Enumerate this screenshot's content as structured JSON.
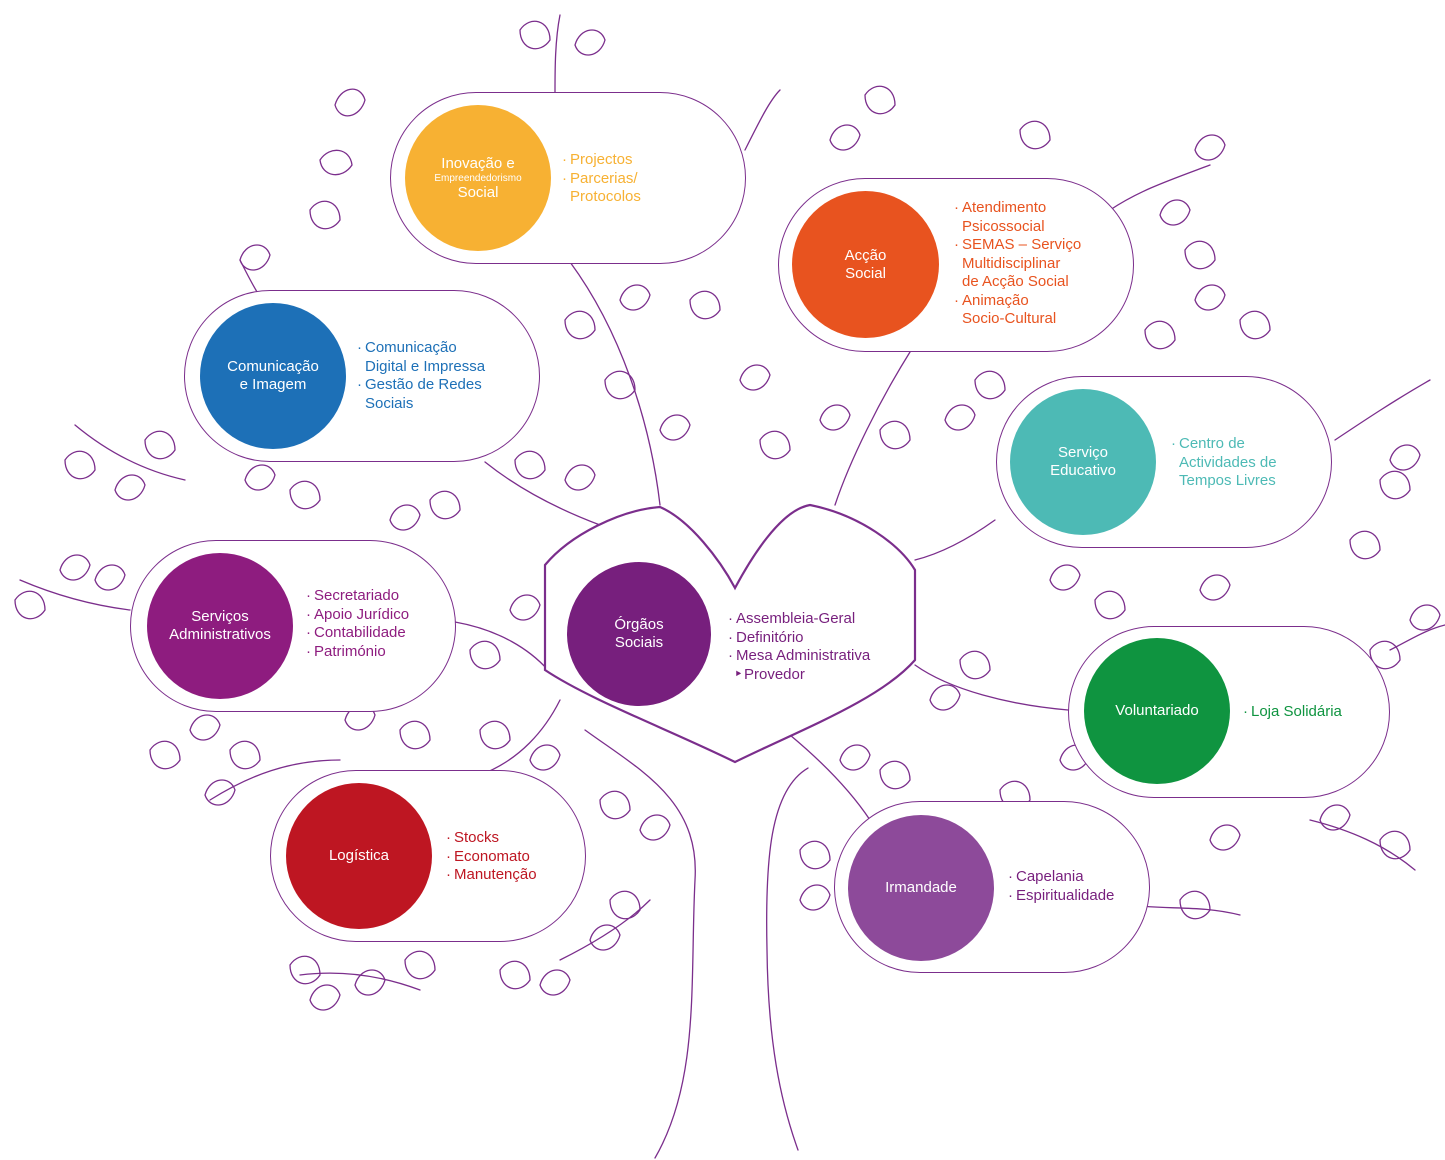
{
  "colors": {
    "tree": "#7b2e8c",
    "inovacao": "#f7b133",
    "accao": "#e8531f",
    "comunicacao": "#1d70b7",
    "educativo": "#4dbab5",
    "administrativos": "#8e1c7f",
    "orgaos": "#771f7d",
    "voluntariado": "#0f9440",
    "logistica": "#be1622",
    "irmandade": "#8d4a9a"
  },
  "nodes": {
    "inovacao": {
      "title_top": "Inovação e",
      "title_small": "Empreendedorismo",
      "title_bottom": "Social",
      "items": [
        "Projectos",
        "Parcerias/",
        "Protocolos"
      ]
    },
    "accao": {
      "title": "Acção\nSocial",
      "items": [
        "Atendimento",
        "Psicossocial",
        "SEMAS – Serviço",
        "Multidisciplinar",
        "de Acção Social",
        "Animação",
        "Socio-Cultural"
      ]
    },
    "comunicacao": {
      "title": "Comunicação\ne Imagem",
      "items": [
        "Comunicação",
        "Digital e Impressa",
        "Gestão de Redes",
        "Sociais"
      ]
    },
    "educativo": {
      "title": "Serviço\nEducativo",
      "items": [
        "Centro de",
        "Actividades de",
        "Tempos Livres"
      ]
    },
    "administrativos": {
      "title": "Serviços\nAdministrativos",
      "items": [
        "Secretariado",
        "Apoio Jurídico",
        "Contabilidade",
        "Património"
      ]
    },
    "orgaos": {
      "title": "Órgãos\nSociais",
      "items": [
        "Assembleia-Geral",
        "Definitório",
        "Mesa Administrativa",
        "Provedor"
      ]
    },
    "voluntariado": {
      "title": "Voluntariado",
      "items": [
        "Loja Solidária"
      ]
    },
    "logistica": {
      "title": "Logística",
      "items": [
        "Stocks",
        "Economato",
        "Manutenção"
      ]
    },
    "irmandade": {
      "title": "Irmandade",
      "items": [
        "Capelania",
        "Espiritualidade"
      ]
    }
  }
}
